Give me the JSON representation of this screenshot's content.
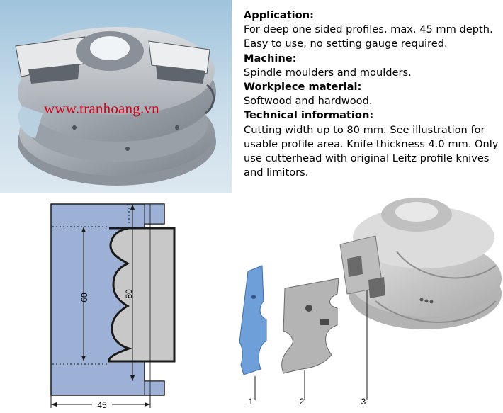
{
  "watermark": "www.tranhoang.vn",
  "description": {
    "application_heading": "Application:",
    "application_text": "For deep one sided profiles, max. 45 mm depth. Easy to use, no setting gauge required.",
    "machine_heading": "Machine:",
    "machine_text": "Spindle moulders and moulders.",
    "workpiece_heading": "Workpiece material:",
    "workpiece_text": "Softwood and hardwood.",
    "technical_heading": "Technical information:",
    "technical_text": "Cutting width up to 80 mm. See illustration for usable profile area. Knife thickness 4.0 mm. Only use cutterhead with original Leitz profile knives and limitors."
  },
  "profile_drawing": {
    "dim_60": "60",
    "dim_80": "80",
    "dim_45": "45",
    "colors": {
      "blue": "#9db1d6",
      "grey": "#c8c8c8",
      "outline": "#1a1a1a"
    }
  },
  "exploded_view": {
    "label_1": "1",
    "label_2": "2",
    "label_3": "3",
    "colors": {
      "limitor": "#6f9fd8",
      "knife": "#b4b4b4",
      "body": "#d6d6d6"
    }
  }
}
